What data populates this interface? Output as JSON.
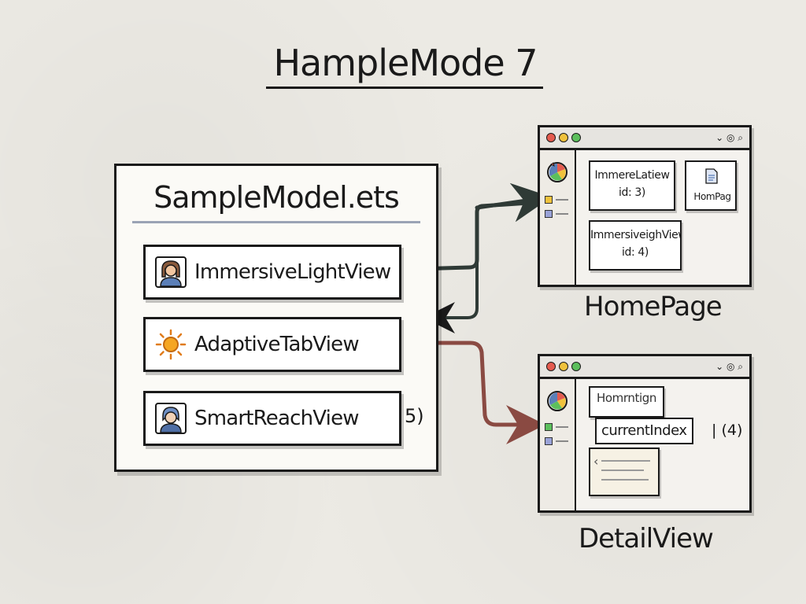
{
  "title": "HampleMode 7",
  "model_panel": {
    "title": "SampleModel.ets",
    "items": [
      {
        "label": "ImmersiveLightView",
        "icon": "person-icon"
      },
      {
        "label": "AdaptiveTabView",
        "icon": "sun-icon"
      },
      {
        "label": "SmartReachView",
        "icon": "person-icon",
        "suffix": "5)"
      }
    ]
  },
  "home_window": {
    "label": "HomePage",
    "cards": [
      {
        "line1": "ImmereLatiew",
        "line2": "id: 3)"
      },
      {
        "line1": "HomPag",
        "icon": "document-icon"
      },
      {
        "line1": "ImmersiveighView",
        "line2": "id: 4)"
      }
    ]
  },
  "detail_window": {
    "label": "DetailView",
    "card_text": "Homrntign",
    "index_label": "currentIndex",
    "index_value": "| (4)"
  },
  "colors": {
    "arrow_dark": "#2f3a36",
    "arrow_red": "#8a4a42",
    "accent_blue": "#9aa3b5"
  }
}
